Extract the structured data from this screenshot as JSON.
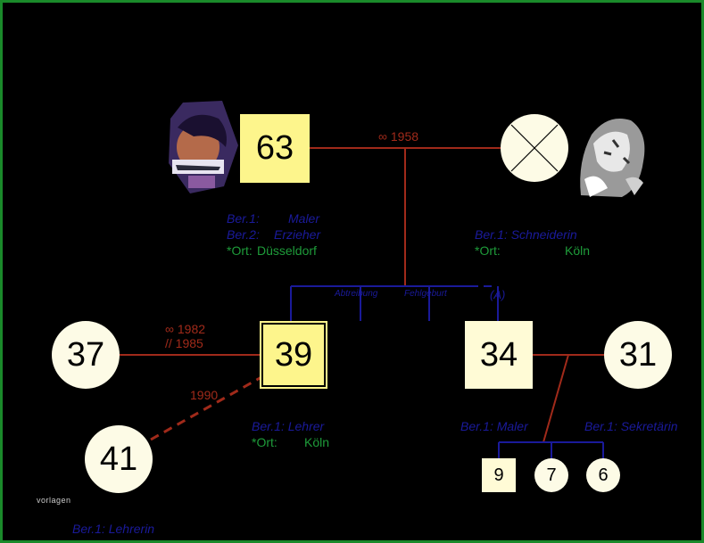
{
  "colors": {
    "border": "#1a8a2a",
    "background": "#000000",
    "parent_line": "#a02a1a",
    "sibling_line": "#1a1a9a",
    "occupation_text": "#1a1a9a",
    "place_text": "#1e9c3a",
    "marriage_text": "#a02a1a"
  },
  "persons": {
    "father": {
      "age": "63",
      "photo": "photo-man-icon"
    },
    "mother": {
      "photo": "photo-woman-icon"
    },
    "index": {
      "age": "39"
    },
    "brother": {
      "age": "34"
    },
    "wife1": {
      "age": "37"
    },
    "partner2": {
      "age": "41"
    },
    "sister_in_law": {
      "age": "31"
    },
    "child1": {
      "age": "9"
    },
    "child2": {
      "age": "7"
    },
    "child3": {
      "age": "6"
    }
  },
  "relations": {
    "parents_marriage": "∞ 1958",
    "index_marriage": "∞ 1982",
    "index_divorce": "// 1985",
    "index_partner_year": "1990"
  },
  "siblings_line": {
    "abortion": "Abtreibung",
    "stillbirth": "Fehlgeburt",
    "unknown": "(A)"
  },
  "info": {
    "father": {
      "job1_label": "Ber.1:",
      "job1": "Maler",
      "job2_label": "Ber.2:",
      "job2": "Erzieher",
      "place_label": "*Ort:",
      "place": "Düsseldorf"
    },
    "mother": {
      "job1": "Ber.1: Schneiderin",
      "place_label": "*Ort:",
      "place": "Köln"
    },
    "index": {
      "job1": "Ber.1: Lehrer",
      "place_label": "*Ort:",
      "place": "Köln"
    },
    "brother": {
      "job1": "Ber.1: Maler"
    },
    "sister_in_law": {
      "job1": "Ber.1: Sekretärin"
    },
    "partner2": {
      "job1": "Ber.1: Lehrerin"
    }
  },
  "watermark": "vorlagen"
}
